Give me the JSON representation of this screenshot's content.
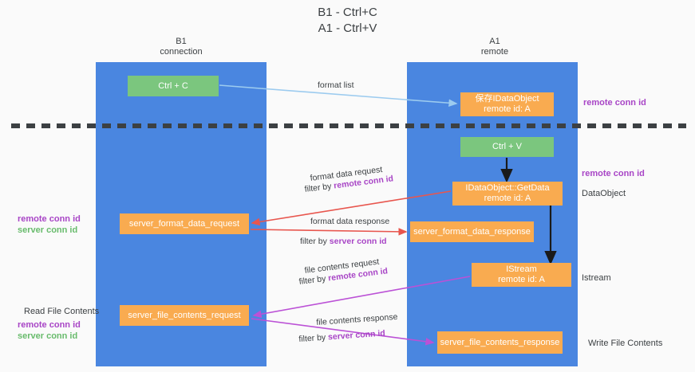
{
  "title": {
    "line1": "B1 - Ctrl+C",
    "line2": "A1 - Ctrl+V"
  },
  "columns": {
    "left": {
      "name": "B1",
      "role": "connection"
    },
    "right": {
      "name": "A1",
      "role": "remote"
    }
  },
  "boxes": {
    "ctrl_c": {
      "label": "Ctrl + C",
      "color": "#7bc67e"
    },
    "idataobject": {
      "line1": "保存IDataObject",
      "line2": "remote id: A",
      "color": "#f9ab50"
    },
    "ctrl_v": {
      "label": "Ctrl + V",
      "color": "#7bc67e"
    },
    "getdata": {
      "line1": "IDataObject::GetData",
      "line2": "remote id: A",
      "color": "#f9ab50"
    },
    "server_format_data_request": {
      "label": "server_format_data_request",
      "color": "#f9ab50"
    },
    "server_format_data_response": {
      "label": "server_format_data_response",
      "color": "#f9ab50"
    },
    "istream": {
      "line1": "IStream",
      "line2": "remote id: A",
      "color": "#f9ab50"
    },
    "server_file_contents_request": {
      "label": "server_file_contents_request",
      "color": "#f9ab50"
    },
    "server_file_contents_response": {
      "label": "server_file_contents_response",
      "color": "#f9ab50"
    }
  },
  "right_labels": {
    "remote_conn_id_top": "remote conn id",
    "remote_conn_id_mid": "remote conn id",
    "dataobject": "DataObject",
    "istream": "Istream",
    "write_file_contents": "Write File Contents"
  },
  "left_labels": {
    "remote_conn_id": "remote conn id",
    "server_conn_id": "server conn id",
    "read_file_contents": "Read File Contents",
    "remote_conn_id_2": "remote conn id",
    "server_conn_id_2": "server conn id"
  },
  "edge_captions": {
    "format_list": "format list",
    "format_data_request": "format data request",
    "filter_by_prefix": "filter by ",
    "remote_conn_id": "remote conn id",
    "format_data_response": "format data response",
    "server_conn_id": "server conn id",
    "file_contents_request": "file contents request",
    "file_contents_response": "file contents response"
  },
  "colors": {
    "panel": "#4a86e0",
    "green_box": "#7bc67e",
    "orange_box": "#f9ab50",
    "purple_text": "#a845c6",
    "green_text": "#68bb6c",
    "arrow_blue": "#9ccbef",
    "arrow_red": "#e8564e",
    "arrow_purple": "#bb51d6",
    "arrow_black": "#1a1a1a",
    "divider": "#3c4043"
  }
}
